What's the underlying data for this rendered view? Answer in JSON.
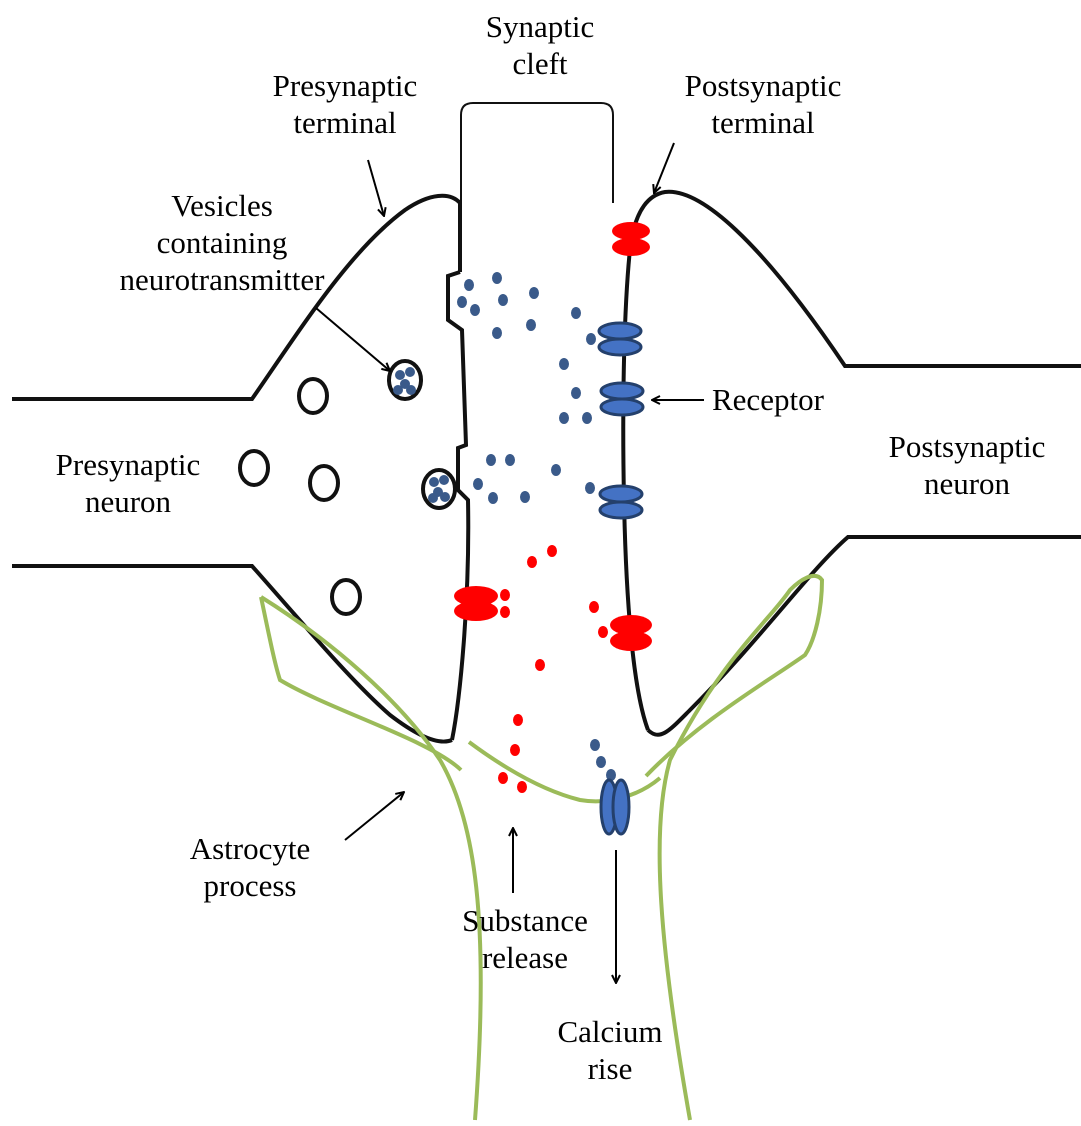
{
  "labels": {
    "synaptic_cleft": [
      "Synaptic",
      "cleft"
    ],
    "presynaptic_terminal": [
      "Presynaptic",
      "terminal"
    ],
    "postsynaptic_terminal": [
      "Postsynaptic",
      "terminal"
    ],
    "vesicles": [
      "Vesicles",
      "containing",
      "neurotransmitter"
    ],
    "receptor": [
      "Receptor"
    ],
    "presynaptic_neuron": [
      "Presynaptic",
      "neuron"
    ],
    "postsynaptic_neuron": [
      "Postsynaptic",
      "neuron"
    ],
    "astrocyte_process": [
      "Astrocyte",
      "process"
    ],
    "substance_release": [
      "Substance",
      "release"
    ],
    "calcium_rise": [
      "Calcium",
      "rise"
    ]
  },
  "colors": {
    "membrane": "#111111",
    "astrocyte": "#9bbb59",
    "neurotransmitter": "#3a5a8a",
    "receptor_fill": "#4472c4",
    "receptor_stroke": "#24406c",
    "channel": "#ff0000",
    "substance": "#ff0000"
  }
}
